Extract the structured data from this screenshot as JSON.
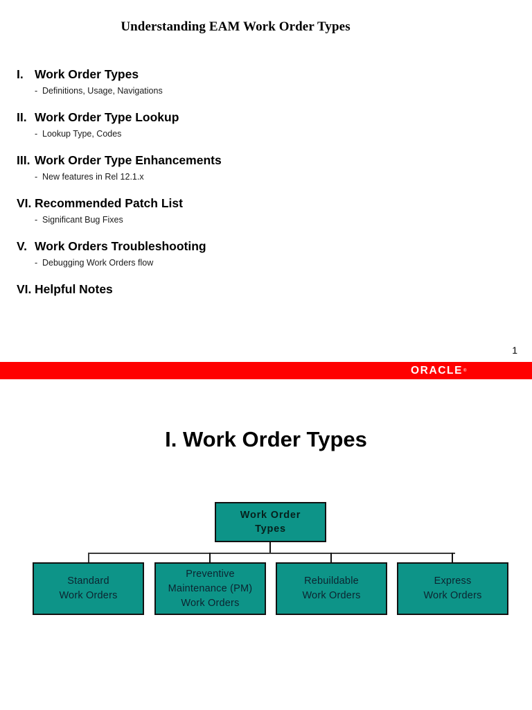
{
  "document": {
    "title": "Understanding EAM Work Order Types"
  },
  "slide_one": {
    "title": "Understanding EAM Work Order Types",
    "page_number": "1",
    "agenda": [
      {
        "numeral": "I.",
        "heading": "Work Order Types",
        "dash": "-",
        "sub": "Definitions, Usage, Navigations"
      },
      {
        "numeral": "II.",
        "heading": "Work Order Type Lookup",
        "dash": "-",
        "sub": "Lookup Type, Codes"
      },
      {
        "numeral": "III.",
        "heading": "Work Order Type Enhancements",
        "dash": "-",
        "sub": "New features in Rel 12.1.x"
      },
      {
        "numeral": "VI.",
        "heading": "Recommended Patch List",
        "dash": "-",
        "sub": "Significant Bug Fixes"
      },
      {
        "numeral": "V.",
        "heading": "Work Orders Troubleshooting",
        "dash": "-",
        "sub": "Debugging Work Orders flow"
      },
      {
        "numeral": "VI.",
        "heading": "Helpful Notes",
        "dash": "",
        "sub": ""
      }
    ],
    "footer": {
      "brand": "ORACLE",
      "trademark": "®",
      "bar_color": "#ff0000",
      "brand_color": "#ffffff"
    }
  },
  "slide_two": {
    "title": "I. Work Order Types",
    "diagram": {
      "node_fill": "#0d9488",
      "node_border": "#111111",
      "root": {
        "line1": "Work Order",
        "line2": "Types"
      },
      "children": [
        {
          "line1": "Standard",
          "line2": "Work Orders",
          "line3": ""
        },
        {
          "line1": "Preventive",
          "line2": "Maintenance (PM)",
          "line3": "Work Orders"
        },
        {
          "line1": "Rebuildable",
          "line2": "Work Orders",
          "line3": ""
        },
        {
          "line1": "Express",
          "line2": "Work Orders",
          "line3": ""
        }
      ]
    }
  }
}
